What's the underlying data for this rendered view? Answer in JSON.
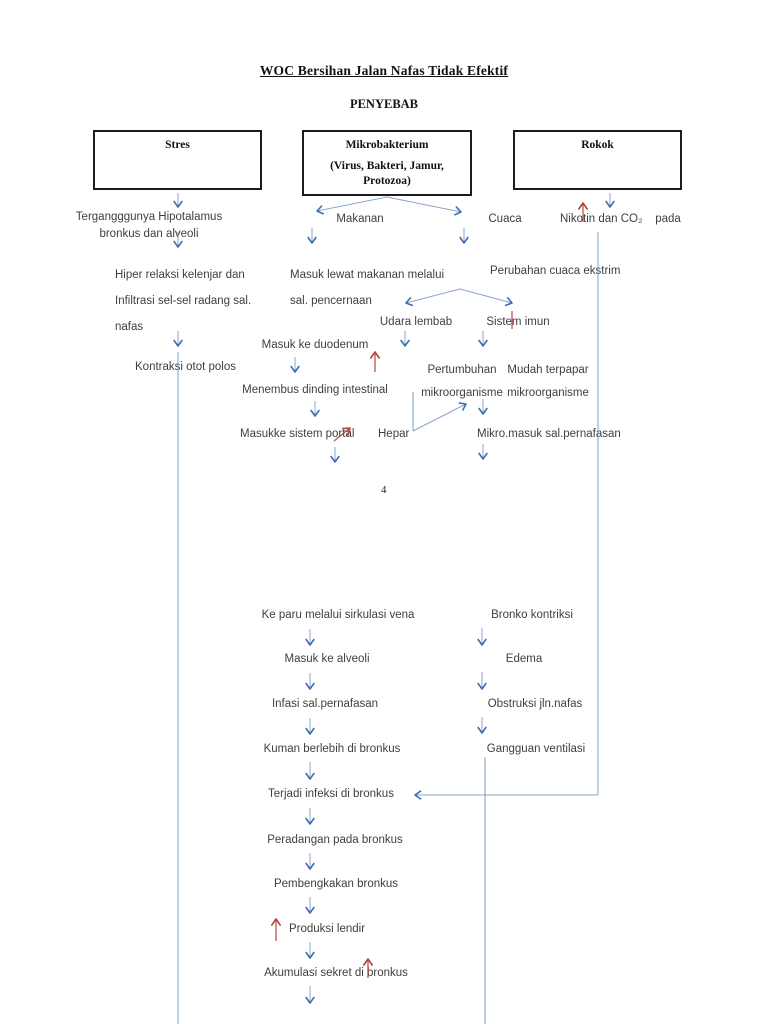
{
  "header": {
    "title": "WOC Bersihan Jalan Nafas Tidak Efektif",
    "subtitle": "PENYEBAB"
  },
  "page_number": "4",
  "boxes": {
    "stres": "Stres",
    "mikrobakterium": {
      "line1": "Mikrobakterium",
      "line2": "(Virus, Bakteri, Jamur,\nProtozoa)"
    },
    "rokok": "Rokok"
  },
  "nodes": {
    "terganggunya": "Tergangggunya Hipotalamus\nbronkus dan alveoli",
    "makanan": "Makanan",
    "cuaca": "Cuaca",
    "nikotin": "Nikotin dan CO₂    pada",
    "hiper_block": "Hiper relaksi kelenjar dan\nInfiltrasi sel-sel radang sal.\nnafas",
    "masuk_lewat": "Masuk lewat makanan melalui\nsal. pencernaan",
    "perubahan": "Perubahan cuaca ekstrim",
    "udara_lembab": "Udara lembab",
    "sistem_imun": "Sistem imun",
    "masuk_duodenum": "Masuk ke duodenum",
    "kontraksi": "Kontraksi otot polos",
    "pertumbuhan_block": "Pertumbuhan\nmikroorganisme",
    "mudah_block": "Mudah terpapar\nmikroorganisme",
    "menembus": "Menembus dinding intestinal",
    "masukke_portal": "Masukke sistem portal",
    "hepar": "Hepar",
    "mikro_masuk": "Mikro.masuk sal.pernafasan",
    "ke_paru": "Ke paru melalui sirkulasi vena",
    "masuk_alveoli": "Masuk ke alveoli",
    "infasi": "Infasi sal.pernafasan",
    "kuman": "Kuman berlebih di bronkus",
    "terjadi": "Terjadi infeksi di bronkus",
    "peradangan": "Peradangan pada bronkus",
    "pembengkakan": "Pembengkakan bronkus",
    "produksi": "Produksi lendir",
    "akumulasi": "Akumulasi sekret di bronkus",
    "bronko": "Bronko kontriksi",
    "edema": "Edema",
    "obstruksi": "Obstruksi jln.nafas",
    "gangguan": "Gangguan ventilasi"
  },
  "colors": {
    "arrow_blue": "#3c6cb4",
    "line_blue": "#7d9ec9",
    "arrow_red": "#b2423d",
    "box_border": "#1c1c1c"
  }
}
